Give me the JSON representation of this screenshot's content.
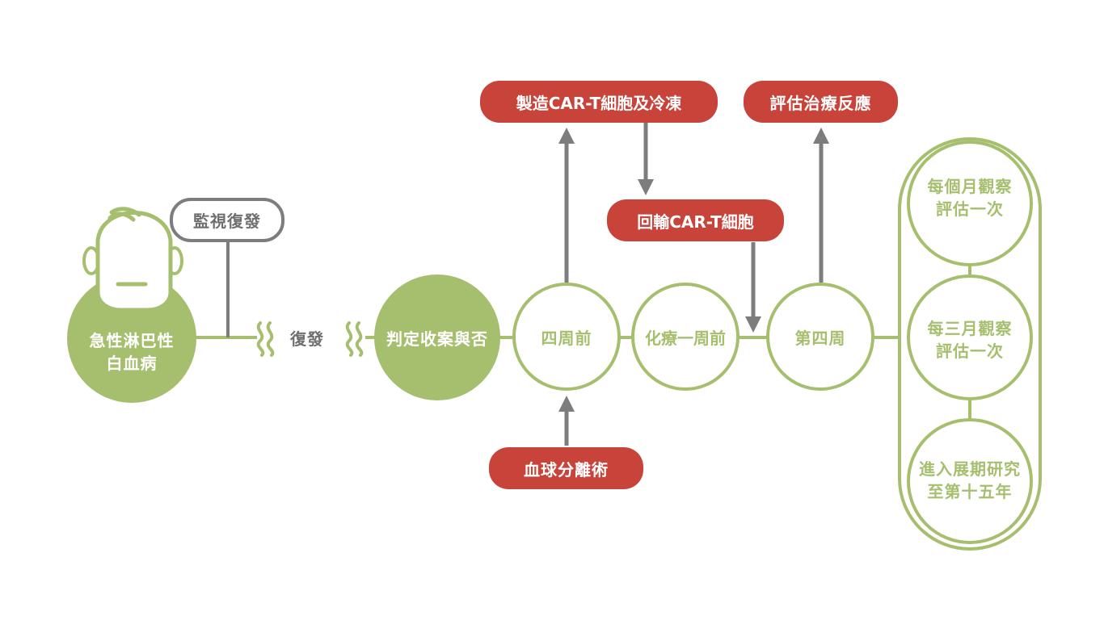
{
  "colors": {
    "green": "#a6bf6e",
    "red": "#c8443a",
    "grey": "#7d7d7d",
    "text_grey": "#6f6f6f",
    "white": "#ffffff"
  },
  "patient": {
    "icon": "child-face-icon",
    "label": "急性淋巴性\n白血病"
  },
  "monitor_label": "監視復發",
  "relapse_label": "復發",
  "break_icon": "wavy-break-icon",
  "timeline": {
    "eligibility": "判定收案與否",
    "four_weeks_before": "四周前",
    "chemo_one_week_before": "化療一周前",
    "week_four": "第四周"
  },
  "procedures": {
    "manufacture": "製造CAR-T細胞及冷凍",
    "infusion": "回輸CAR-T細胞",
    "evaluate": "評估治療反應",
    "apheresis": "血球分離術"
  },
  "follow_up": [
    "每個月觀察\n評估一次",
    "每三月觀察\n評估一次",
    "進入展期研究\n至第十五年"
  ]
}
